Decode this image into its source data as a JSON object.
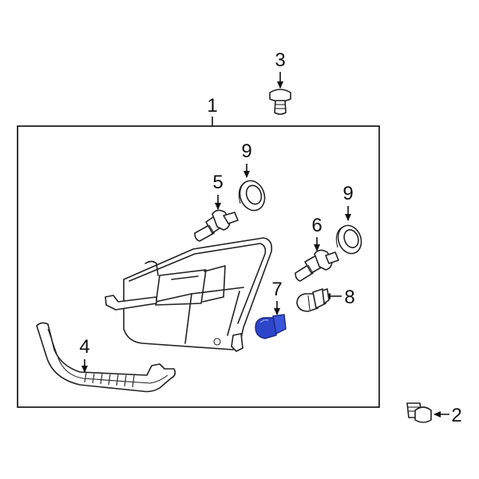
{
  "colors": {
    "line": "#222222",
    "highlight": "#2d45c8",
    "background": "#ffffff"
  },
  "callouts": {
    "c1": "1",
    "c2": "2",
    "c3": "3",
    "c4": "4",
    "c5": "5",
    "c6": "6",
    "c7": "7",
    "c8": "8",
    "c9a": "9",
    "c9b": "9"
  },
  "highlighted_part": "7"
}
